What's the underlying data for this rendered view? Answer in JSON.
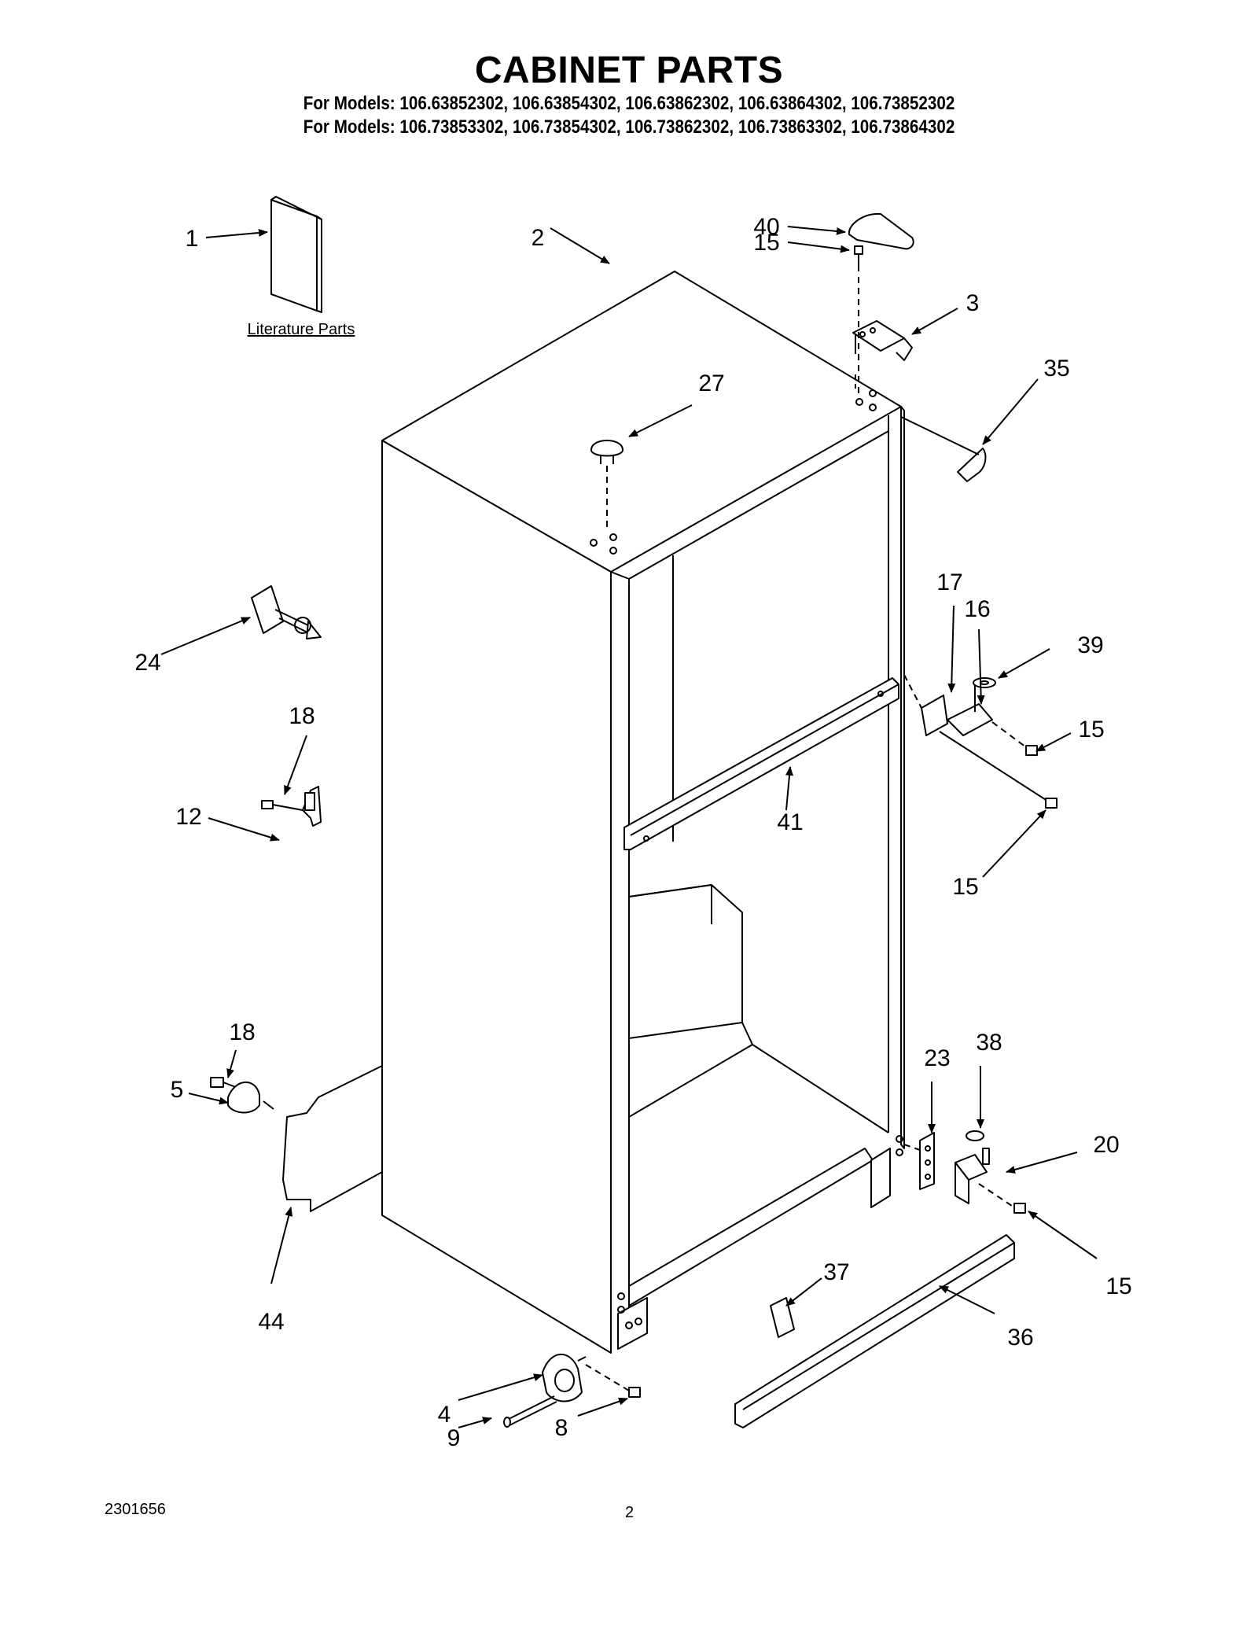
{
  "header": {
    "title": "CABINET PARTS",
    "models_line_1": "For Models: 106.63852302, 106.63854302, 106.63862302, 106.63864302, 106.73852302",
    "models_line_2": "For Models: 106.73853302, 106.73854302, 106.73862302, 106.73863302, 106.73864302"
  },
  "literature_label": "Literature Parts",
  "callouts": {
    "c1": "1",
    "c2": "2",
    "c3": "3",
    "c4": "4",
    "c5": "5",
    "c8": "8",
    "c9": "9",
    "c12": "12",
    "c15a": "15",
    "c15b": "15",
    "c15c": "15",
    "c15d": "15",
    "c16": "16",
    "c17": "17",
    "c18a": "18",
    "c18b": "18",
    "c20": "20",
    "c23": "23",
    "c24": "24",
    "c27": "27",
    "c35": "35",
    "c36": "36",
    "c37": "37",
    "c38": "38",
    "c39": "39",
    "c40": "40",
    "c41": "41",
    "c44": "44"
  },
  "footer": {
    "doc_number": "2301656",
    "page_number": "2"
  }
}
